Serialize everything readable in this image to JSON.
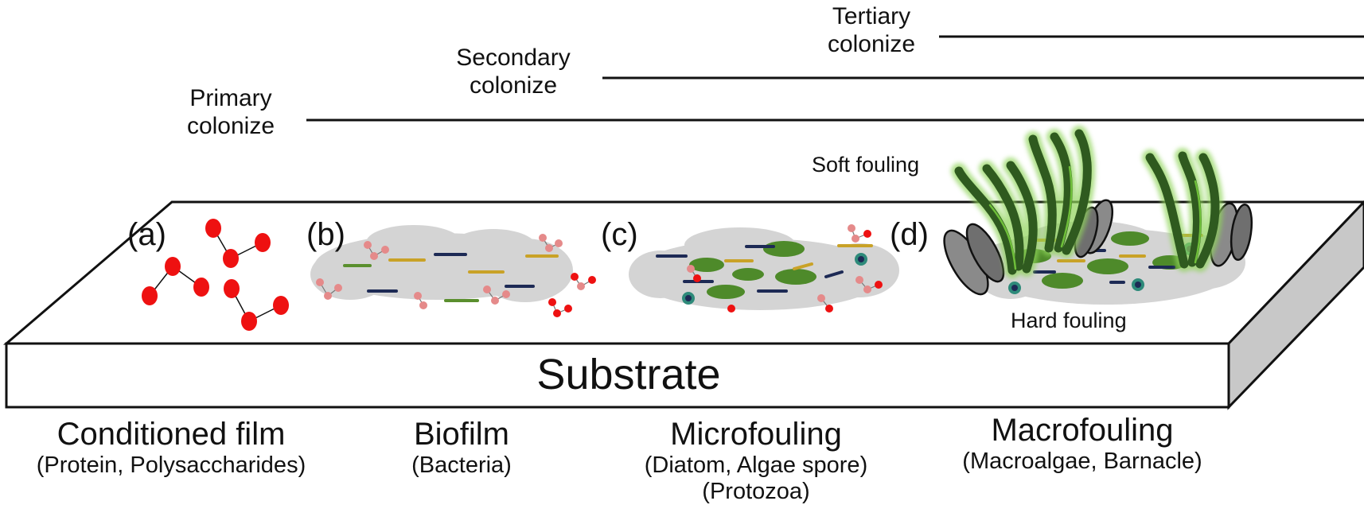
{
  "colonization": {
    "primary": [
      "Primary",
      "colonize"
    ],
    "secondary": [
      "Secondary",
      "colonize"
    ],
    "tertiary": [
      "Tertiary",
      "colonize"
    ]
  },
  "panels": {
    "a": "(a)",
    "b": "(b)",
    "c": "(c)",
    "d": "(d)"
  },
  "substrate_label": "Substrate",
  "fouling": {
    "soft": "Soft fouling",
    "hard": "Hard fouling"
  },
  "stages": [
    {
      "name": "Conditioned film",
      "detail": [
        "(Protein, Polysaccharides)"
      ]
    },
    {
      "name": "Biofilm",
      "detail": [
        "(Bacteria)"
      ]
    },
    {
      "name": "Microfouling",
      "detail": [
        "(Diatom, Algae spore)",
        "(Protozoa)"
      ]
    },
    {
      "name": "Macrofouling",
      "detail": [
        "(Macroalgae, Barnacle)"
      ]
    }
  ],
  "colors": {
    "molecule": "#ee1111",
    "biofilm_cloud": "#d4d4d4",
    "bacteria_gold": "#c9a227",
    "bacteria_navy": "#1d2a55",
    "bacteria_green": "#5a8f2e",
    "diatom": "#4e8a2a",
    "spore": "#2e8a7a",
    "algae_dark": "#2f5a1f",
    "algae_glow": "#8fd45a",
    "barnacle": "#7d7d7d",
    "substrate_side": "#c8c8c8"
  }
}
